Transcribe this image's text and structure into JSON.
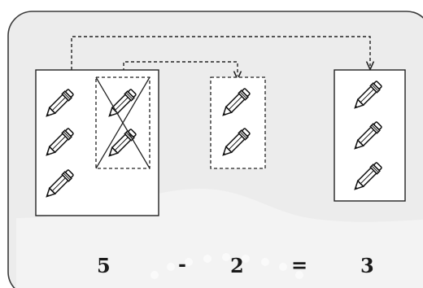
{
  "colors": {
    "panel_fill": "#ececec",
    "panel_stroke": "#3a3a3a",
    "box_fill": "#ffffff",
    "line": "#222222",
    "watermark": "#ffffff"
  },
  "groups": [
    {
      "name": "start",
      "pencil_count": 3,
      "border": "solid"
    },
    {
      "name": "removed",
      "pencil_count": 2,
      "border": "dashed",
      "crossed_out": true
    },
    {
      "name": "taken",
      "pencil_count": 2,
      "border": "dashed"
    },
    {
      "name": "result",
      "pencil_count": 3,
      "border": "solid"
    }
  ],
  "equation": {
    "minuend": "5",
    "minus": "-",
    "subtrahend": "2",
    "equals": "=",
    "result": "3"
  }
}
